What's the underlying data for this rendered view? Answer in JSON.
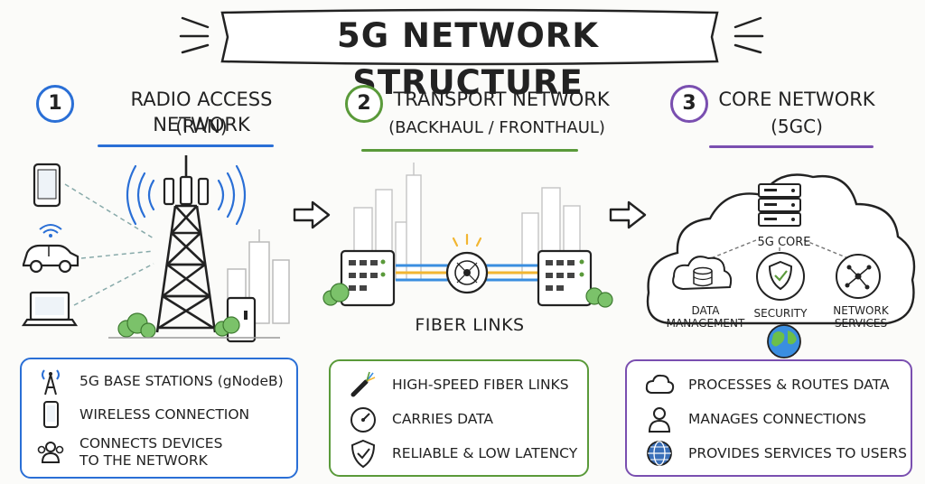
{
  "title": "5G NETWORK STRUCTURE",
  "sections": [
    {
      "number": "1",
      "title": "RADIO ACCESS NETWORK",
      "subtitle": "(RAN)",
      "color": "#2a6fd6"
    },
    {
      "number": "2",
      "title": "TRANSPORT NETWORK",
      "subtitle": "(BACKHAUL / FRONTHAUL)",
      "color": "#5a9a3a"
    },
    {
      "number": "3",
      "title": "CORE NETWORK",
      "subtitle": "(5GC)",
      "color": "#7a4fb0"
    }
  ],
  "transport": {
    "fiber_label": "FIBER LINKS"
  },
  "core": {
    "center_label": "5G CORE",
    "data_management": "DATA\nMANAGEMENT",
    "security": "SECURITY",
    "network_services": "NETWORK\nSERVICES"
  },
  "boxes": {
    "ran": [
      {
        "icon": "antenna-icon",
        "text": "5G BASE STATIONS (gNodeB)"
      },
      {
        "icon": "phone-icon",
        "text": "WIRELESS CONNECTION"
      },
      {
        "icon": "users-icon",
        "text": "CONNECTS DEVICES\nTO THE NETWORK"
      }
    ],
    "transport": [
      {
        "icon": "fiber-cable-icon",
        "text": "HIGH-SPEED FIBER LINKS"
      },
      {
        "icon": "gauge-icon",
        "text": "CARRIES DATA"
      },
      {
        "icon": "shield-check-icon",
        "text": "RELIABLE & LOW LATENCY"
      }
    ],
    "core": [
      {
        "icon": "cloud-icon",
        "text": "PROCESSES & ROUTES DATA"
      },
      {
        "icon": "user-icon",
        "text": "MANAGES CONNECTIONS"
      },
      {
        "icon": "globe-icon",
        "text": "PROVIDES SERVICES TO USERS"
      }
    ]
  },
  "colors": {
    "ran": "#2a6fd6",
    "transport": "#5a9a3a",
    "core": "#7a4fb0",
    "fiber_blue": "#3a8ee0",
    "fiber_yellow": "#f2b632"
  }
}
